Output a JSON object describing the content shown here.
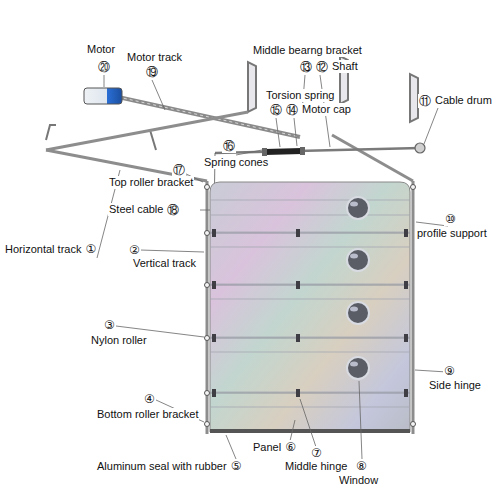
{
  "diagram": {
    "labels": [
      "Motor",
      "⑳",
      "Motor track",
      "⑲",
      "Middle bearng bracket",
      "⑬",
      "⑫",
      "Shaft",
      "Torsion spring",
      "⑮",
      "⑭",
      "Motor cap",
      "⑪",
      "Cable drum",
      "⑯",
      "Spring cones",
      "⑰",
      "Top roller bracket",
      "Steel cable",
      "⑱",
      "⑩",
      "profile support",
      "Horizontal track",
      "①",
      "②",
      "Vertical track",
      "③",
      "Nylon roller",
      "⑨",
      "Side hinge",
      "④",
      "Bottom roller bracket",
      "Panel",
      "⑥",
      "⑦",
      "Middle hinge",
      "Aluminum seal with rubber",
      "⑤",
      "⑧",
      "Window"
    ]
  }
}
